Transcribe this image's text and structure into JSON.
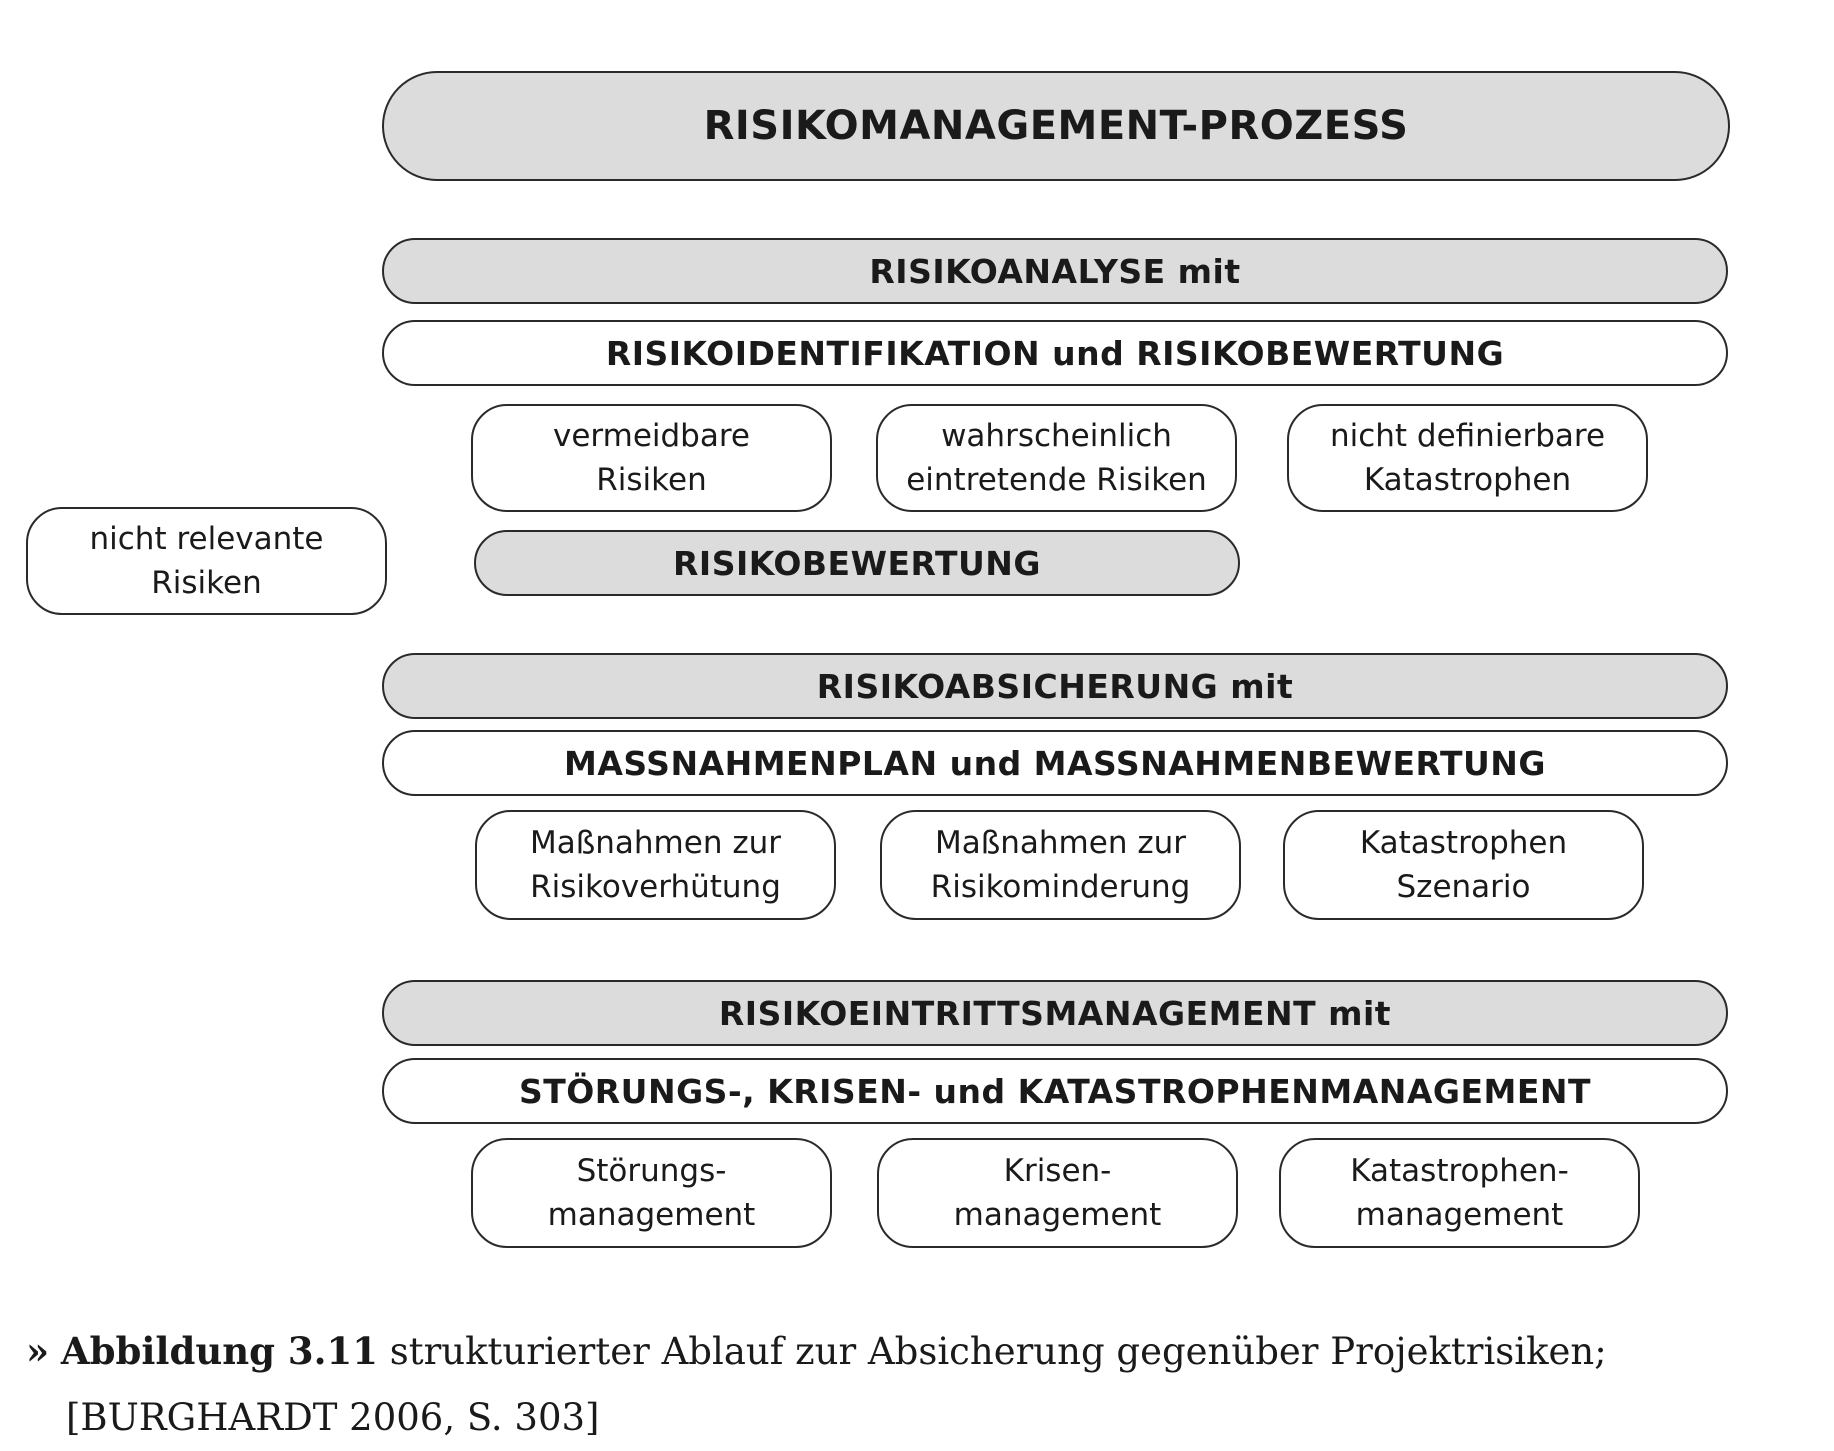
{
  "title": "RISIKOMANAGEMENT-PROZESS",
  "side_box": [
    "nicht relevante",
    "Risiken"
  ],
  "sections": [
    {
      "header_gray": "RISIKOANALYSE mit",
      "header_white": "RISIKOIDENTIFIKATION und RISIKOBEWERTUNG",
      "items": [
        [
          "vermeidbare",
          "Risiken"
        ],
        [
          "wahrscheinlich",
          "eintretende Risiken"
        ],
        [
          "nicht definierbare",
          "Katastrophen"
        ]
      ],
      "extra_gray": "RISIKOBEWERTUNG"
    },
    {
      "header_gray": "RISIKOABSICHERUNG mit",
      "header_white": "MASSNAHMENPLAN und MASSNAHMENBEWERTUNG",
      "items": [
        [
          "Maßnahmen zur",
          "Risikoverhütung"
        ],
        [
          "Maßnahmen zur",
          "Risikominderung"
        ],
        [
          "Katastrophen",
          "Szenario"
        ]
      ]
    },
    {
      "header_gray": "RISIKOEINTRITTSMANAGEMENT mit",
      "header_white": "STÖRUNGS-, KRISEN- und KATASTROPHENMANAGEMENT",
      "items": [
        [
          "Störungs-",
          "management"
        ],
        [
          "Krisen-",
          "management"
        ],
        [
          "Katastrophen-",
          "management"
        ]
      ]
    }
  ],
  "caption": {
    "marker": "»",
    "label": "Abbildung 3.11",
    "text": "strukturierter Ablauf zur Absicherung gegenüber Projektrisiken;",
    "source": "[BURGHARDT 2006, S. 303]"
  }
}
